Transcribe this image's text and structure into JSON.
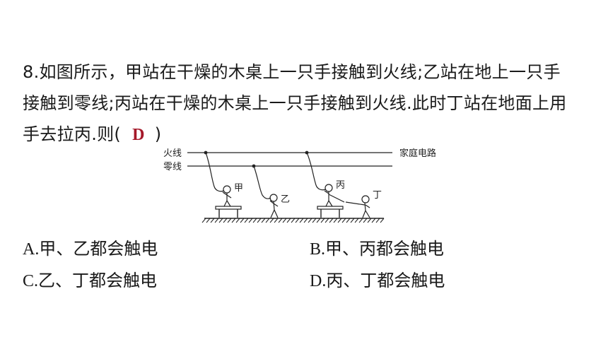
{
  "question": {
    "line1": "8.如图所示，甲站在干燥的木桌上一只手接触到火线;乙站在地上一只手",
    "line2": "接触到零线;丙站在干燥的木桌上一只手接触到火线.此时丁站在地面上用",
    "line3_prefix": "手去拉丙.则(",
    "answer": "D",
    "line3_suffix": ")"
  },
  "diagram": {
    "fire_wire_label": "火线",
    "neutral_wire_label": "零线",
    "circuit_label": "家庭电路",
    "person_jia": "甲",
    "person_yi": "乙",
    "person_bing": "丙",
    "person_ding": "丁"
  },
  "options": [
    {
      "letter": "A.",
      "text": "甲、乙都会触电"
    },
    {
      "letter": "B.",
      "text": "甲、丙都会触电"
    },
    {
      "letter": "C.",
      "text": "乙、丁都会触电"
    },
    {
      "letter": "D.",
      "text": "丙、丁都会触电"
    }
  ],
  "colors": {
    "answer": "#a5192a",
    "text": "#1a1a1a",
    "line": "#222222"
  }
}
